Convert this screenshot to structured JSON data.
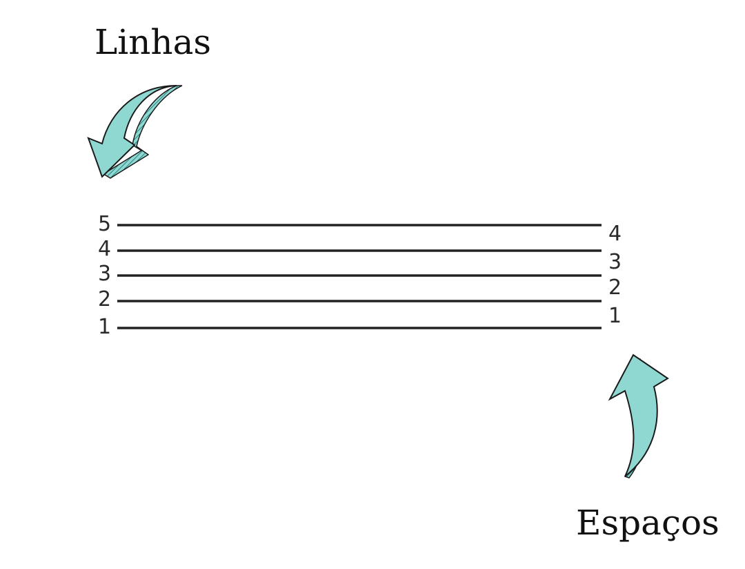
{
  "titles": {
    "lines": "Linhas",
    "spaces": "Espaços"
  },
  "staff": {
    "line_numbers": [
      "5",
      "4",
      "3",
      "2",
      "1"
    ],
    "space_numbers": [
      "4",
      "3",
      "2",
      "1"
    ]
  },
  "colors": {
    "arrow_fill": "#8fd8d2",
    "arrow_shadow": "#3a9b96",
    "arrow_outline": "#1a1a1a",
    "staff_line": "#222222"
  },
  "icons": {
    "lines_arrow": "curved-arrow-down-left-icon",
    "spaces_arrow": "curved-arrow-up-icon"
  }
}
